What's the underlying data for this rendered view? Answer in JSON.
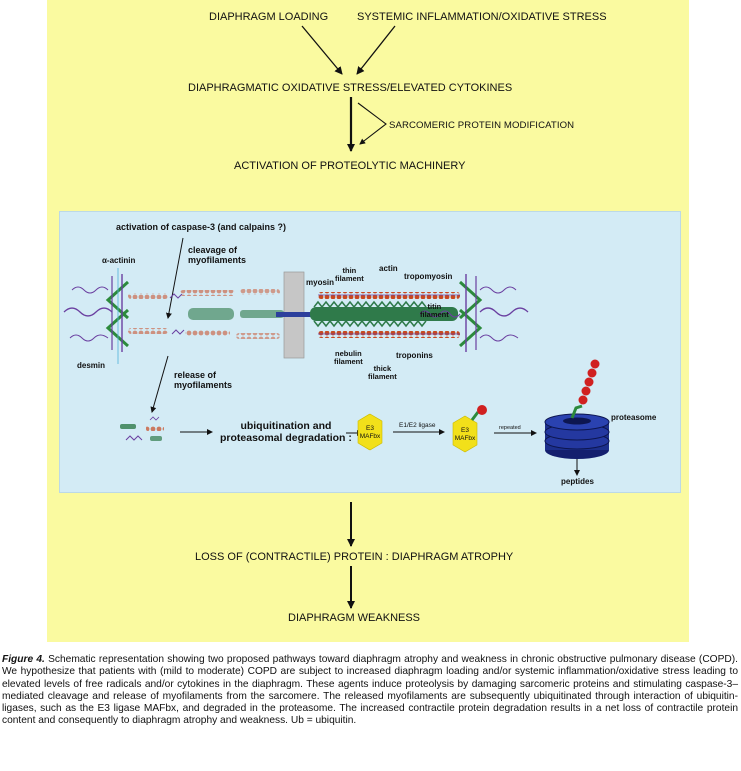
{
  "top": {
    "loading": "DIAPHRAGM LOADING",
    "inflammation": "SYSTEMIC INFLAMMATION/OXIDATIVE STRESS",
    "stress": "DIAPHRAGMATIC OXIDATIVE STRESS/ELEVATED CYTOKINES",
    "modification": "SARCOMERIC PROTEIN MODIFICATION",
    "activation": "ACTIVATION OF PROTEOLYTIC MACHINERY"
  },
  "detail": {
    "caspase": "activation of caspase-3 (and calpains ?)",
    "cleavage": "cleavage of\nmyofilaments",
    "actinin": "α-actinin",
    "desmin": "desmin",
    "release": "release of\nmyofilaments",
    "myosin": "myosin",
    "thin_filament": "thin\nfilament",
    "actin": "actin",
    "tropomyosin": "tropomyosin",
    "titin": "titin\nfilament",
    "nebulin": "nebulin\nfilament",
    "thick": "thick\nfilament",
    "troponins": "troponins",
    "ubiq": "ubiquitination and\nproteasomal degradation :",
    "e3_a": "E3\nMAFbx",
    "e1e2": "E1/E2 ligase",
    "e3_b": "E3\nMAFbx",
    "repeated": "repeated",
    "proteasome": "proteasome",
    "peptides": "peptides"
  },
  "bottom": {
    "loss": "LOSS OF (CONTRACTILE) PROTEIN : DIAPHRAGM ATROPHY",
    "weakness": "DIAPHRAGM WEAKNESS"
  },
  "caption": {
    "label": "Figure 4.",
    "text": "Schematic representation showing two proposed pathways toward diaphragm atrophy and weakness in chronic obstructive pulmonary disease (COPD). We hypothesize that patients with (mild to moderate) COPD are subject to increased diaphragm loading and/or systemic inflammation/oxidative stress leading to elevated levels of free radicals and/or cytokines in the diaphragm. These agents induce proteolysis by damaging sarcomeric proteins and stimulating caspase-3–mediated cleavage and release of myofilaments from the sarcomere. The released myofilaments are subsequently ubiquitinated through interaction of ubiquitin-ligases, such as the E3 ligase MAFbx, and degraded in the proteasome. The increased contractile protein degradation results in a net loss of contractile protein content and consequently to diaphragm atrophy and weakness. Ub = ubiquitin."
  },
  "colors": {
    "panel": "#fafaa0",
    "inner": "#d3ebf5",
    "zline": "#2c8a3c",
    "actin": "#c84820",
    "myosin": "#2f7a4a",
    "proteasome": "#1c2f8c",
    "ubiquitin": "#d02020",
    "e3": "#f2e01a"
  }
}
